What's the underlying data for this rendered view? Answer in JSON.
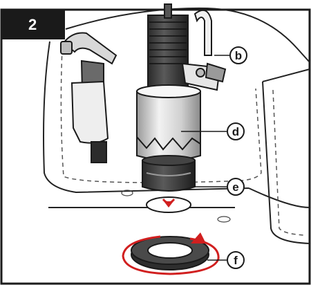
{
  "step": {
    "number": "2"
  },
  "callouts": {
    "b": "b",
    "d": "d",
    "e": "e",
    "f": "f"
  },
  "colors": {
    "outline": "#1a1a1a",
    "dark_part": "#3a3a3a",
    "light_part": "#dcdcdc",
    "arrow_red": "#d11f1f"
  }
}
